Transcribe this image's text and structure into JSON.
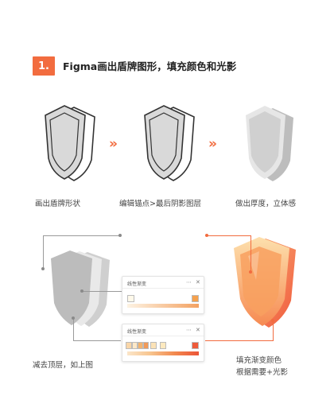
{
  "header": {
    "step": "1.",
    "title": "Figma画出盾牌图形，填充颜色和光影"
  },
  "steps": [
    {
      "caption": "画出盾牌形状"
    },
    {
      "caption": "编辑锚点>最后阴影图层"
    },
    {
      "caption": "做出厚度，立体感"
    }
  ],
  "arrow_glyph": "»",
  "panels": [
    {
      "title": "线性渐变",
      "option_icon": "⋯",
      "close_icon": "✕"
    },
    {
      "title": "线性渐变",
      "option_icon": "⋯",
      "close_icon": "✕"
    }
  ],
  "bottom": {
    "left_caption": "减去顶层，如上图",
    "right_caption_1": "填充渐变颜色",
    "right_caption_2": "根据需要+光影"
  },
  "colors": {
    "accent": "#f26c3f",
    "grey": "#c9c9c9",
    "orange_light": "#fdd9a7",
    "orange_dark": "#f47b4f"
  }
}
